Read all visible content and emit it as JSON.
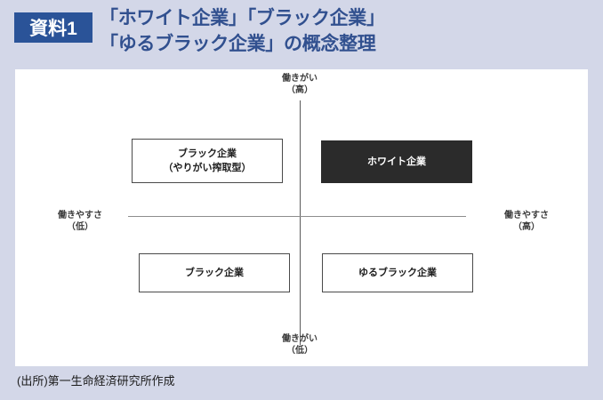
{
  "header": {
    "badge_label": "資料1",
    "title_lines": [
      "「ホワイト企業」「ブラック企業」",
      "「ゆるブラック企業」の概念整理"
    ],
    "badge_bg_color": "#2a5398",
    "title_color": "#31508f"
  },
  "chart_data": {
    "type": "scatter",
    "title": "「ホワイト企業」「ブラック企業」「ゆるブラック企業」の概念整理",
    "xlabel": "働きやすさ",
    "ylabel": "働きがい",
    "grid": false,
    "legend": "none",
    "axes": {
      "y_top_label": "働きがい",
      "y_top_level": "（高）",
      "y_bottom_label": "働きがい",
      "y_bottom_level": "（低）",
      "x_left_label": "働きやすさ",
      "x_left_level": "（低）",
      "x_right_label": "働きやすさ",
      "x_right_level": "（高）"
    },
    "quadrants": [
      {
        "id": "top-left",
        "x": "働きやすさ（低）",
        "y": "働きがい（高）",
        "lines": [
          "ブラック企業",
          "（やりがい搾取型）"
        ],
        "fill": "#ffffff",
        "text_color": "#1d1d1d"
      },
      {
        "id": "top-right",
        "x": "働きやすさ（高）",
        "y": "働きがい（高）",
        "lines": [
          "ホワイト企業"
        ],
        "fill": "#2b2b2b",
        "text_color": "#ffffff"
      },
      {
        "id": "bottom-left",
        "x": "働きやすさ（低）",
        "y": "働きがい（低）",
        "lines": [
          "ブラック企業"
        ],
        "fill": "#ffffff",
        "text_color": "#1d1d1d"
      },
      {
        "id": "bottom-right",
        "x": "働きやすさ（高）",
        "y": "働きがい（低）",
        "lines": [
          "ゆるブラック企業"
        ],
        "fill": "#ffffff",
        "text_color": "#1d1d1d"
      }
    ]
  },
  "boxes": {
    "top_left_line1": "ブラック企業",
    "top_left_line2": "（やりがい搾取型）",
    "top_right_line1": "ホワイト企業",
    "bottom_left_line1": "ブラック企業",
    "bottom_right_line1": "ゆるブラック企業"
  },
  "labels": {
    "top_name": "働きがい",
    "top_level": "（高）",
    "bottom_name": "働きがい",
    "bottom_level": "（低）",
    "left_name": "働きやすさ",
    "left_level": "（低）",
    "right_name": "働きやすさ",
    "right_level": "（高）"
  },
  "footer": {
    "source": "(出所)第一生命経済研究所作成"
  }
}
